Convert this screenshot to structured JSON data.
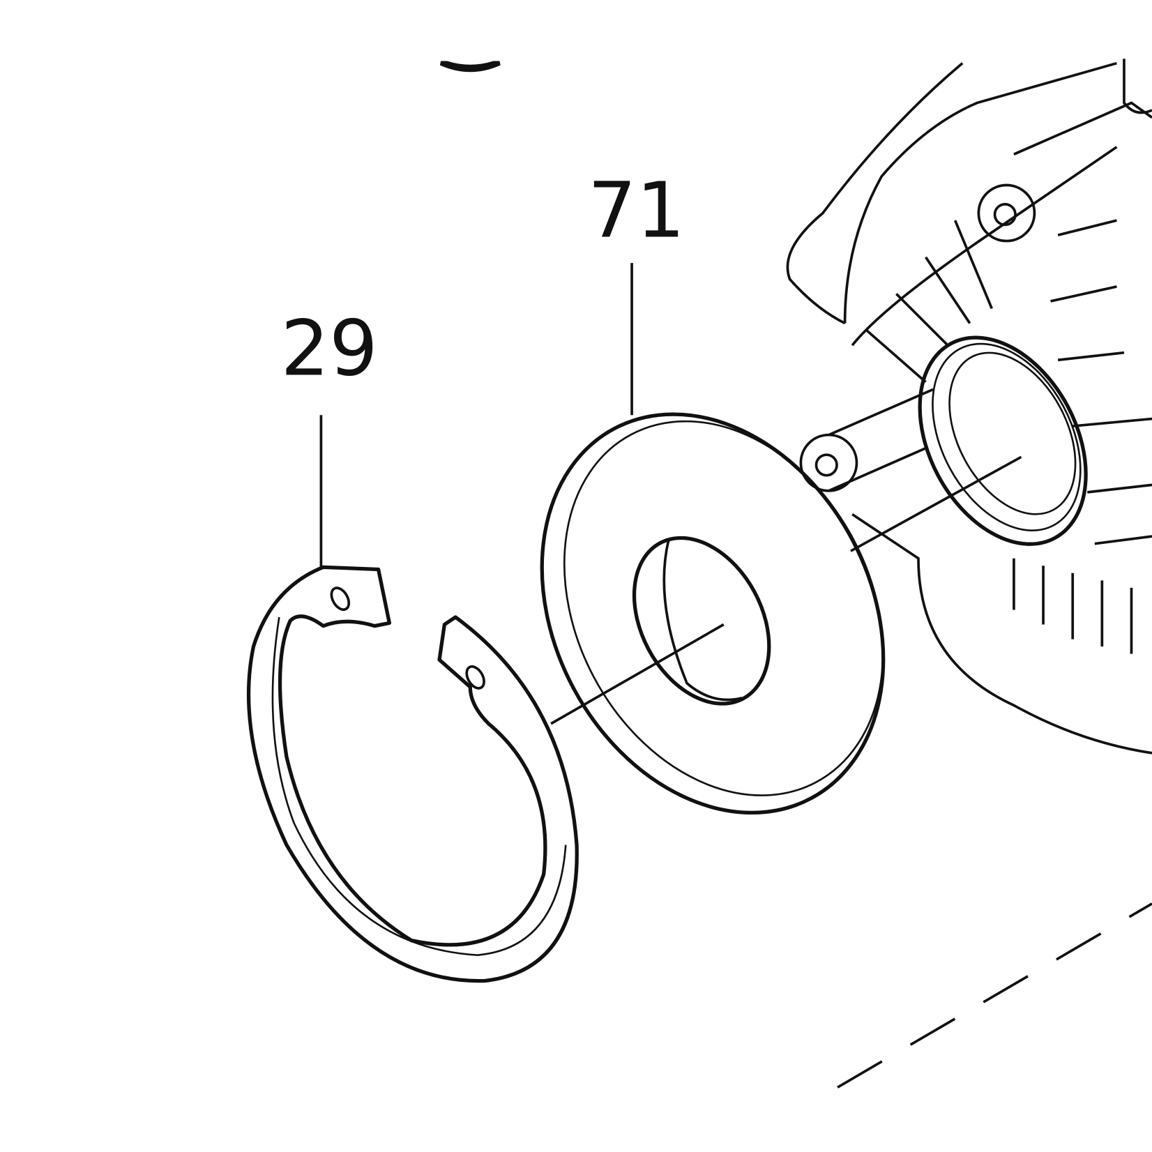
{
  "diagram": {
    "type": "exploded parts diagram",
    "callouts": [
      {
        "part_number": "29"
      },
      {
        "part_number": "71"
      }
    ]
  }
}
